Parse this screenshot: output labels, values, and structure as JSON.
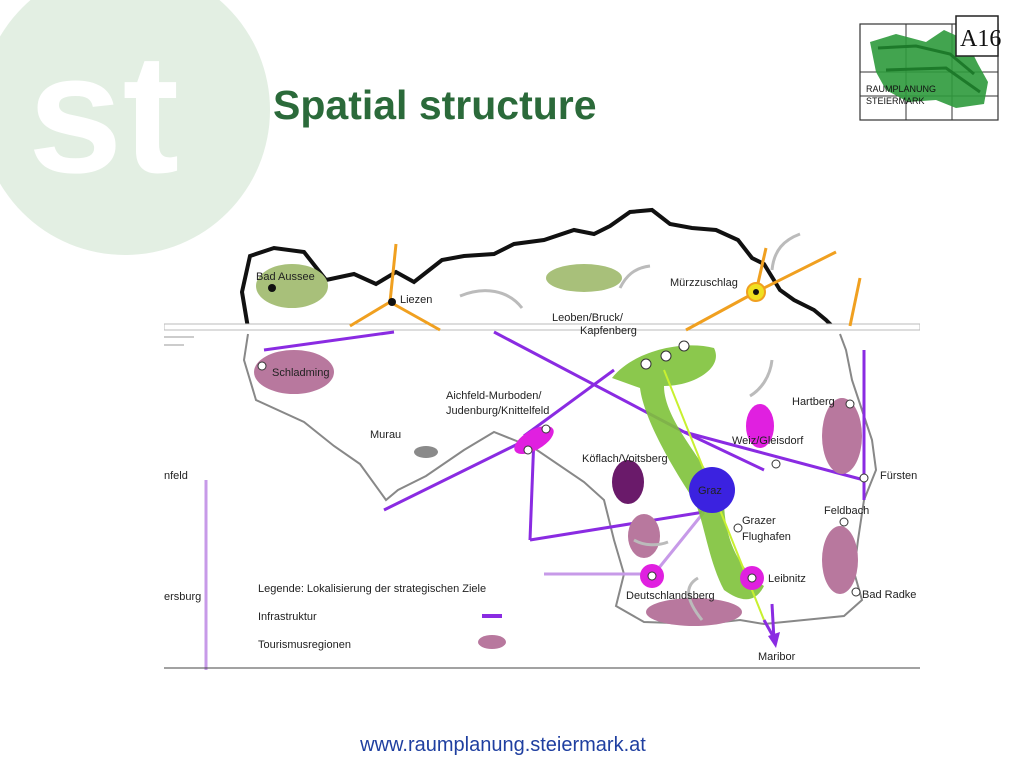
{
  "slide": {
    "title": "Spatial structure",
    "footer_url": "www.raumplanung.steiermark.at",
    "watermark_text": "st"
  },
  "logo": {
    "code": "A16",
    "line1": "RAUMPLANUNG",
    "line2": "STEIERMARK"
  },
  "map": {
    "places": {
      "bad_aussee": "Bad Aussee",
      "liezen": "Liezen",
      "muerzzuschlag": "Mürzzuschlag",
      "leoben_line1": "Leoben/Bruck/",
      "leoben_line2": "Kapfenberg",
      "schladming": "Schladming",
      "aichfeld_line1": "Aichfeld-Murboden/",
      "aichfeld_line2": "Judenburg/Knittelfeld",
      "murau": "Murau",
      "koeflach": "Köflach/Voitsberg",
      "weiz": "Weiz/Gleisdorf",
      "hartberg": "Hartberg",
      "fuersten": "Fürsten",
      "graz": "Graz",
      "flughafen_line1": "Grazer",
      "flughafen_line2": "Flughafen",
      "feldbach": "Feldbach",
      "leibnitz": "Leibnitz",
      "deutschlandsberg": "Deutschlandsberg",
      "bad_radke": "Bad Radke",
      "maribor": "Maribor",
      "left_cut_1": "nfeld",
      "left_cut_2": "ersburg"
    },
    "legend": {
      "title": "Legende: Lokalisierung der strategischen Ziele",
      "infrastructure": "Infrastruktur",
      "tourism": "Tourismusregionen"
    },
    "colors": {
      "infrastructure": "#8a2be2",
      "tourism": "#b8789e",
      "orange_lines": "#f0a020",
      "graz_dot": "#3b22e0",
      "green_core": "#7ec23a",
      "magenta_nodes": "#e020e0"
    }
  }
}
